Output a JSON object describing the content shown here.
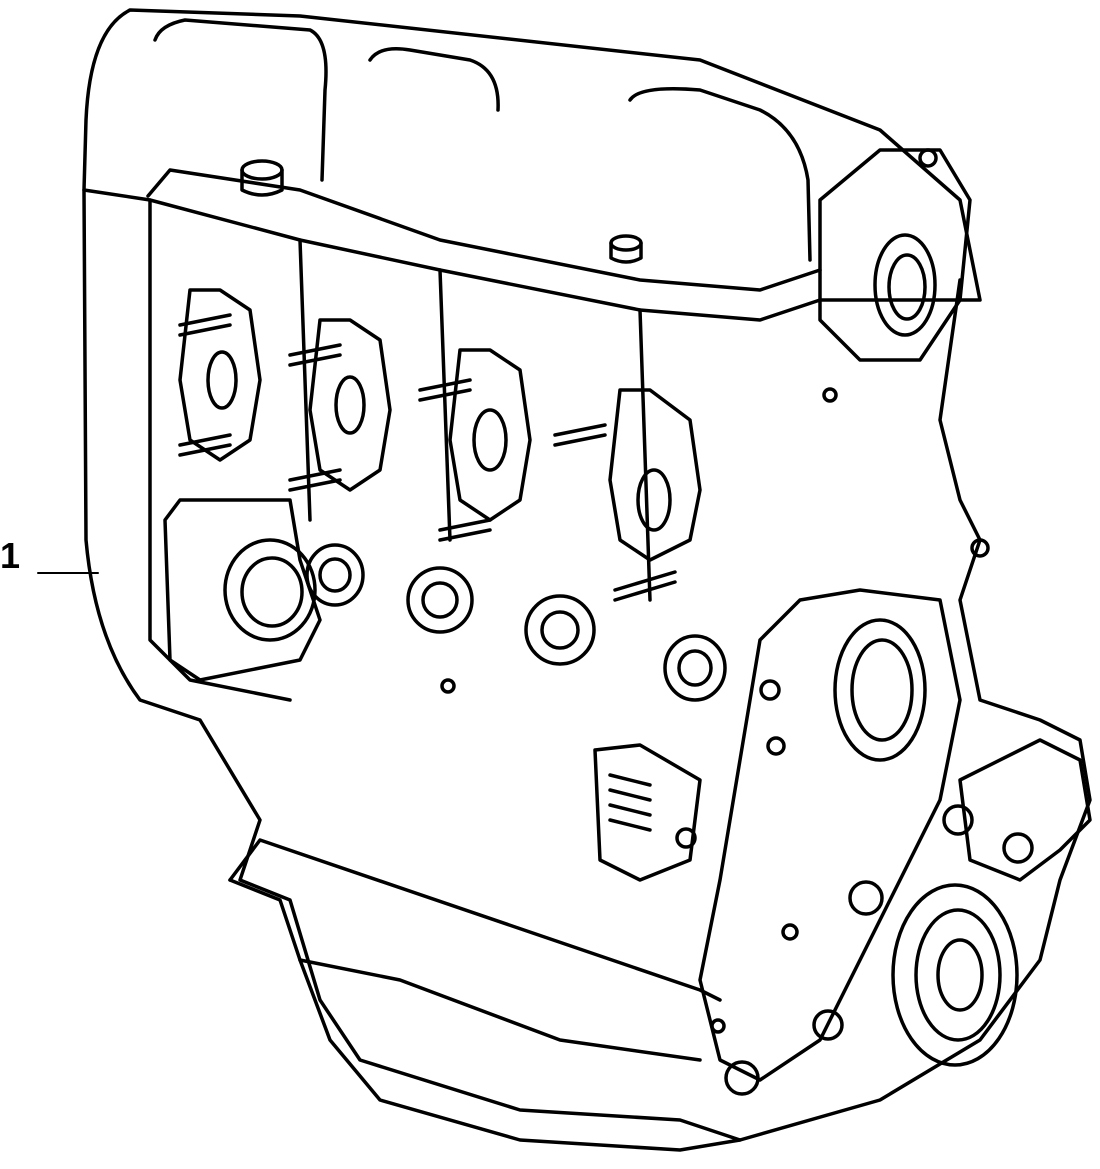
{
  "diagram": {
    "kind": "exploded parts illustration",
    "subject": "engine assembly",
    "line_color": "#000000",
    "background_color": "#ffffff",
    "callouts": [
      {
        "label": "1"
      }
    ]
  }
}
